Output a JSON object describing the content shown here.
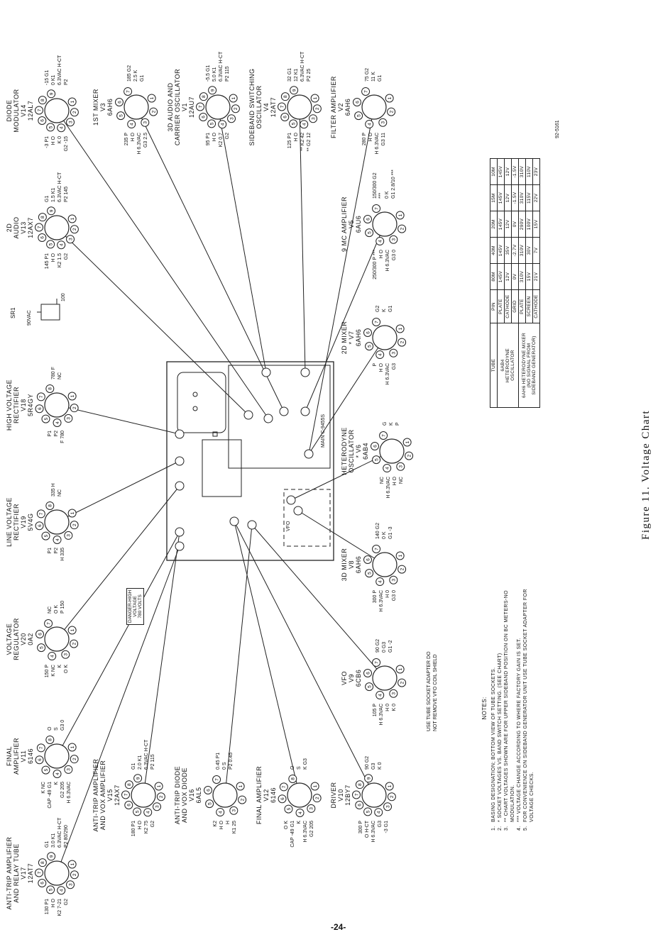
{
  "figure": {
    "caption": "Figure 11. Voltage Chart",
    "page_number": "-24-",
    "drawing_number": "92-5161"
  },
  "chassis": {
    "main_label": "MAIN C-9455S",
    "vfo_label": "VFO",
    "danger_lines": [
      "DANGER-HIGH",
      "VOLTAGE",
      "780 VOLTS"
    ]
  },
  "sr1": {
    "label": "SR1",
    "vac": "90VAC",
    "dc": "100"
  },
  "vfo_note": [
    "USE TUBE SOCKET ADAPTER DO",
    "NOT REMOVE VFO COIL SHIELD"
  ],
  "tubes": [
    {
      "title": [
        "ANTI-TRIP AMPLIFIER",
        "AND RELAY TUBE",
        "V17",
        "12AT7"
      ],
      "pins": [
        "P2 80/290",
        "G2",
        "K2 7-21",
        "H O",
        "",
        "130 P1",
        "G1",
        "3.0 K1",
        "6.3VAC H-CT"
      ]
    },
    {
      "title": [
        "FINAL",
        "AMPLIFIER",
        "V11",
        "6146"
      ],
      "pins": [
        "G3 0",
        "H 6.3VAC",
        "G2 205",
        "K",
        "CAP -49 G1",
        "K NC",
        "O",
        "S"
      ]
    },
    {
      "title": [
        "VOLTAGE",
        "REGULATOR",
        "V20",
        "0A2"
      ],
      "pins": [
        "P 150",
        "O K",
        "K",
        "K NC",
        "150 P",
        "NC",
        "O K"
      ]
    },
    {
      "title": [
        "LINE VOLTAGE",
        "RECTIFIER",
        "V19",
        "5V4G"
      ],
      "pins": [
        "NC",
        "H 335",
        "",
        "P2",
        "",
        "P1",
        "",
        "335 H"
      ]
    },
    {
      "title": [
        "HIGH VOLTAGE",
        "RECTIFIER",
        "V18",
        "5R4GY"
      ],
      "pins": [
        "NC",
        "F 780",
        "",
        "P2",
        "",
        "P1",
        "",
        "780 F"
      ]
    },
    {
      "title": [
        "2D",
        "AUDIO",
        "V13",
        "12AX7"
      ],
      "pins": [
        "P2 145",
        "G2",
        "K2 1.5",
        "H O",
        "",
        "145 P1",
        "G1",
        "1.5 K1",
        "6.3VAC H-CT"
      ]
    },
    {
      "title": [
        "DIODE",
        "MODULATOR",
        "V14",
        "12AL7"
      ],
      "pins": [
        "P2",
        "G2 -15",
        "K 0",
        "H O",
        "",
        "-3 P1",
        "-15 G1",
        "0 K1",
        "6.3VAC H-CT"
      ]
    },
    {
      "title": [
        "ANTI-TRIP AMPLIFIER",
        "AND VOX AMPLIFIER",
        "V15",
        "12AX7"
      ],
      "pins": [
        "P2 115",
        "G2",
        "K2 75",
        "H O",
        "",
        "180 P1",
        "G1",
        "2.0 K1",
        "6.3VAC H-CT"
      ]
    },
    {
      "title": [
        "ANTI-TRIP DIODE",
        "AND VOX DIODE",
        "V16",
        "6AL5"
      ],
      "pins": [
        "P2 0.45",
        "K1 25",
        "H",
        "H O",
        "K2",
        "0.45 P1",
        "0 S"
      ]
    },
    {
      "title": [
        "FINAL AMPLIFIER",
        "V12",
        "6146"
      ],
      "pins": [
        "K G3",
        "G2 205",
        "H 6.3VAC",
        "K",
        "CAP -49 G1",
        "O K",
        "O",
        "S"
      ]
    },
    {
      "title": [
        "DRIVER",
        "V10",
        "12BY7"
      ],
      "pins": [
        "K 0",
        "-3 G1",
        "G3",
        "H 6.3VAC",
        "O H-CT",
        "300 P",
        "90 G2",
        "G3",
        ""
      ]
    },
    {
      "title": [
        "1ST MIXER",
        "V3",
        "6AH6"
      ],
      "pins": [
        "G1",
        "G3 2.5",
        "H 6.3VAC",
        "H O",
        "235 P",
        "185 G2",
        "2.5 K"
      ]
    },
    {
      "title": [
        "3D AUDIO AND",
        "CARRIER OSCILLATOR",
        "V1",
        "12AU7"
      ],
      "pins": [
        "P2 115",
        "G2",
        "K2 0.7",
        "H O",
        "",
        "95 P1",
        "-5.5 G1",
        "5.0 K1",
        "6.3VAC H-CT"
      ]
    },
    {
      "title": [
        "SIDEBAND SWITCHING",
        "OSCILLATOR",
        "V4",
        "12AT7"
      ],
      "pins": [
        "P2 25",
        "** G2 12",
        "** K2 42",
        "H O",
        "",
        "125 P1",
        "32 G1",
        "12 K1",
        "6.3VAC H-CT"
      ]
    },
    {
      "title": [
        "FILTER AMPLIFIER",
        "V2",
        "6AH6"
      ],
      "pins": [
        "G1",
        "G3 11",
        "H 6.3VAC",
        "H O",
        "280 P",
        "75 G2",
        "11 K"
      ]
    },
    {
      "title": [
        "9 MC AMPLIFIER",
        "V5",
        "6AU6"
      ],
      "pins": [
        "G1 2.8/10 ***",
        "G3 0",
        "H 6.3VAC",
        "H O",
        "250/300 P ***",
        "150/300 G2 ***",
        "0 K"
      ]
    },
    {
      "title": [
        "2D MIXER",
        "* V7",
        "6AH6"
      ],
      "pins": [
        "G1",
        "G3",
        "H 6.3VAC",
        "H O",
        "P",
        "G2",
        "K"
      ]
    },
    {
      "title": [
        "HETERODYNE",
        "OSCILLATOR",
        "* V6",
        "6AB4"
      ],
      "pins": [
        "P",
        "NC",
        "H O",
        "H 6.3VAC",
        "NC",
        "G",
        "K"
      ]
    },
    {
      "title": [
        "3D MIXER",
        "V8",
        "6AH6"
      ],
      "pins": [
        "G1 -3",
        "G3 0",
        "H 0",
        "H 6.3VAC",
        "300 P",
        "140 G2",
        "0 K"
      ]
    },
    {
      "title": [
        "VFO",
        "V9",
        "6CB6"
      ],
      "pins": [
        "G1 -2",
        "K 0",
        "H 0",
        "H 6.3VAC",
        "105 P",
        "90 G2",
        "0 G3"
      ]
    }
  ],
  "table": {
    "headers": [
      "TUBE",
      "PIN",
      "80M",
      "40M",
      "20M",
      "15M",
      "10M"
    ],
    "groups": [
      {
        "tube": [
          "6AB4",
          "HETERODYNE",
          "OSCILLATOR"
        ],
        "rows": [
          [
            "PLATE",
            "145V",
            "145V",
            "145V",
            "145V",
            "145V"
          ],
          [
            "CATHODE",
            "12V",
            "35V",
            "12V",
            "12V",
            "12V"
          ],
          [
            "GRID",
            "0V",
            "-2.7V",
            "0V",
            "-1.5V",
            "-1.5V"
          ]
        ]
      },
      {
        "tube": [
          "6AH6 HETERODYNE MIXER",
          "(NO SIGNAL FROM",
          "SIDEBAND GENERATOR)"
        ],
        "rows": [
          [
            "PLATE",
            "310V",
            "310V",
            "290V",
            "310V",
            "310V"
          ],
          [
            "SCREEN",
            "15V",
            "30V",
            "100V",
            "115V",
            "110V"
          ],
          [
            "CATHODE",
            "21V",
            "7V",
            "15V",
            "22V",
            "23V"
          ]
        ]
      }
    ]
  },
  "notes": {
    "heading": "NOTES:",
    "items": [
      {
        "n": "1.",
        "text": "BASING DESIGNATION; BOTTOM VIEW OF TUBE SOCKETS."
      },
      {
        "n": "2.",
        "text": "* SOCKET VOLTAGES VS. BAND SWITCH SETTING. (SEE CHART)"
      },
      {
        "n": "3.",
        "text": "** CHART VOLTAGES SHOWN ARE FOR UPPER SIDEBAND POSITION ON BC METERS-NO MODULATION."
      },
      {
        "n": "4.",
        "text": "*** VOLTAGE CHANGE ACCORDING TO WHERE FACTORY GAIN IS SET."
      },
      {
        "n": "5.",
        "text": "FOR CONVENIENCE ON SIDEBAND GENERATOR UNIT USE TUBE SOCKET ADAPTER FOR VOLTAGE CHECKS."
      }
    ]
  }
}
